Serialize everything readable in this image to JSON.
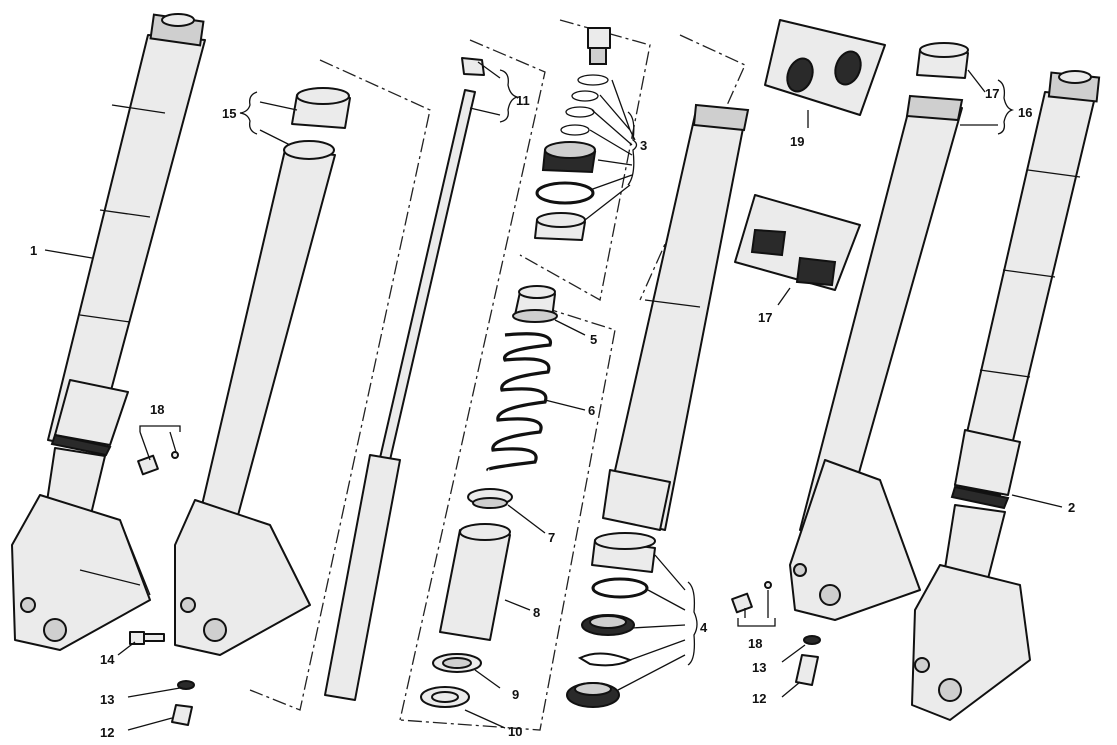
{
  "diagram": {
    "callouts": [
      {
        "id": "c1",
        "text": "1"
      },
      {
        "id": "c2",
        "text": "2"
      },
      {
        "id": "c3",
        "text": "3"
      },
      {
        "id": "c4",
        "text": "4"
      },
      {
        "id": "c5",
        "text": "5"
      },
      {
        "id": "c6",
        "text": "6"
      },
      {
        "id": "c7",
        "text": "7"
      },
      {
        "id": "c8",
        "text": "8"
      },
      {
        "id": "c9",
        "text": "9"
      },
      {
        "id": "c10",
        "text": "10"
      },
      {
        "id": "c11",
        "text": "11"
      },
      {
        "id": "c12a",
        "text": "12"
      },
      {
        "id": "c12b",
        "text": "12"
      },
      {
        "id": "c13a",
        "text": "13"
      },
      {
        "id": "c13b",
        "text": "13"
      },
      {
        "id": "c14",
        "text": "14"
      },
      {
        "id": "c15",
        "text": "15"
      },
      {
        "id": "c16",
        "text": "16"
      },
      {
        "id": "c17a",
        "text": "17"
      },
      {
        "id": "c17b",
        "text": "17"
      },
      {
        "id": "c18a",
        "text": "18"
      },
      {
        "id": "c18b",
        "text": "18"
      },
      {
        "id": "c19",
        "text": "19"
      }
    ]
  }
}
